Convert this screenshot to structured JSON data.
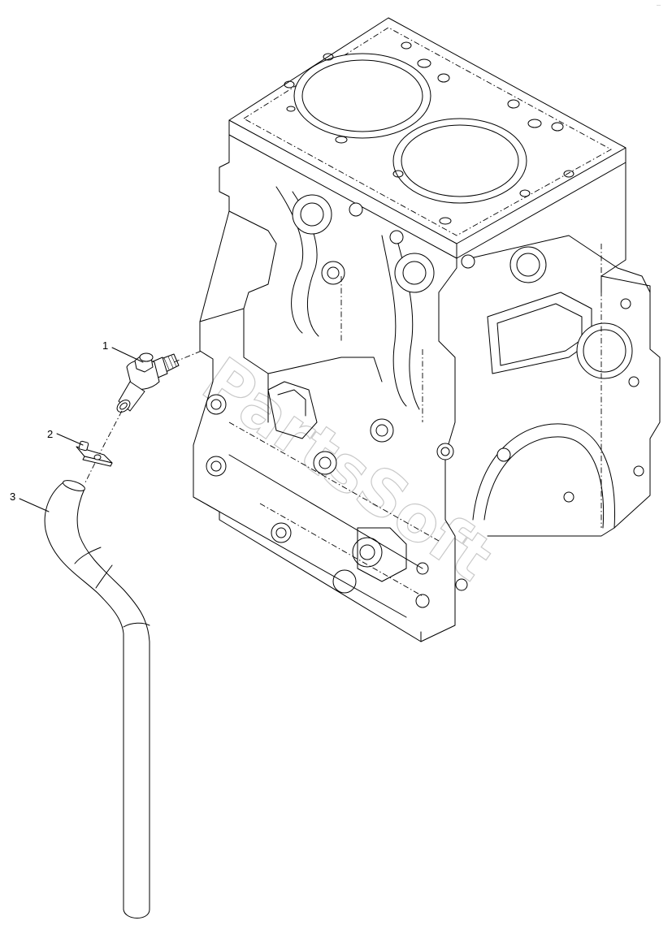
{
  "diagram": {
    "callouts": [
      {
        "id": "callout-1",
        "label": "1"
      },
      {
        "id": "callout-2",
        "label": "2"
      },
      {
        "id": "callout-3",
        "label": "3"
      }
    ],
    "corner_mark": "—",
    "watermark": "PartsSoft"
  }
}
